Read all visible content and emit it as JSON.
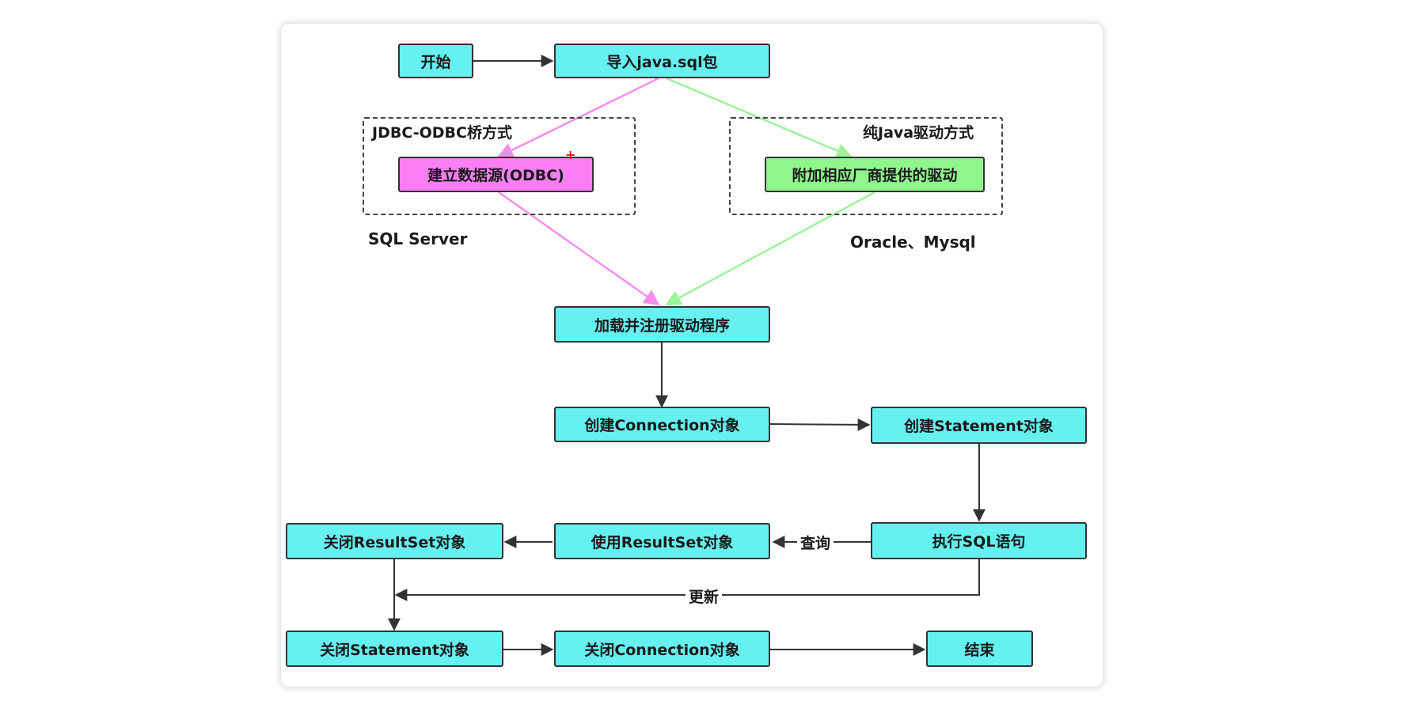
{
  "nodes": {
    "start": "开始",
    "import": "导入java.sql包",
    "odbc_source": "建立数据源(ODBC)",
    "vendor_driver": "附加相应厂商提供的驱动",
    "load_driver": "加载并注册驱动程序",
    "create_connection": "创建Connection对象",
    "create_statement": "创建Statement对象",
    "execute_sql": "执行SQL语句",
    "use_resultset": "使用ResultSet对象",
    "close_resultset": "关闭ResultSet对象",
    "close_statement": "关闭Statement对象",
    "close_connection": "关闭Connection对象",
    "end": "结束"
  },
  "groups": {
    "jdbc_odbc": "JDBC-ODBC桥方式",
    "pure_java": "纯Java驱动方式"
  },
  "captions": {
    "left": "SQL Server",
    "right": "Oracle、Mysql"
  },
  "edge_labels": {
    "query": "查询",
    "update": "更新"
  },
  "colors": {
    "node_fill": "#66f0f0",
    "odbc_fill": "#f97ff2",
    "driver_fill": "#90f58d",
    "odbc_path": "#f48ff0",
    "driver_path": "#9af49a"
  }
}
